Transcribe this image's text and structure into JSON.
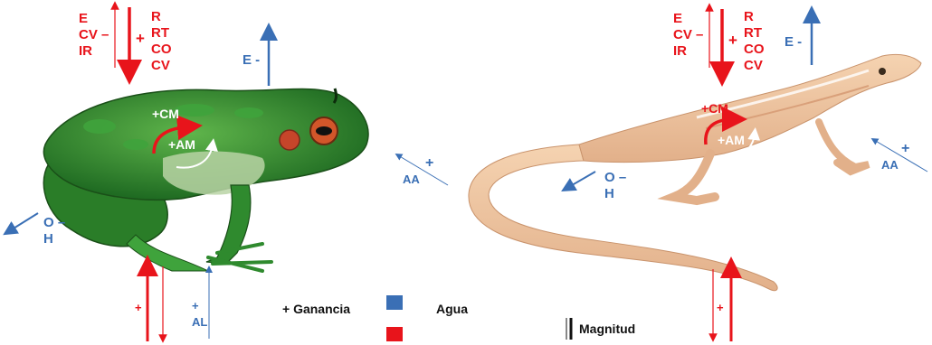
{
  "colors": {
    "gain_loss": "#e8141b",
    "water": "#3a6fb5",
    "frog": "#2f8a2e",
    "lizard": "#f0c8a2"
  },
  "frog": {
    "energy_gain_label": "E\nCV –\nIR",
    "energy_plus": "+",
    "energy_loss_label": "R\nRT\nCO\nCV",
    "water_evap": "E -",
    "metabolic_heat": "+CM",
    "metabolic_water": "+AM",
    "oxygen": "O –\nH",
    "water_absorbed": "AA",
    "water_absorbed_sign": "+",
    "bottom_plus": "+",
    "water_skin": "+\nAL"
  },
  "lizard": {
    "energy_gain_label": "E\nCV –\nIR",
    "energy_plus": "+",
    "energy_loss_label": "R\nRT\nCO\nCV",
    "water_evap": "E -",
    "metabolic_heat": "+CM",
    "metabolic_water": "+AM",
    "oxygen": "O –\nH",
    "water_absorbed": "AA",
    "water_absorbed_sign": "+",
    "bottom_plus": "+"
  },
  "legend": {
    "gain": "+ Ganancia",
    "water": "Agua",
    "magnitude": "Magnitud"
  }
}
